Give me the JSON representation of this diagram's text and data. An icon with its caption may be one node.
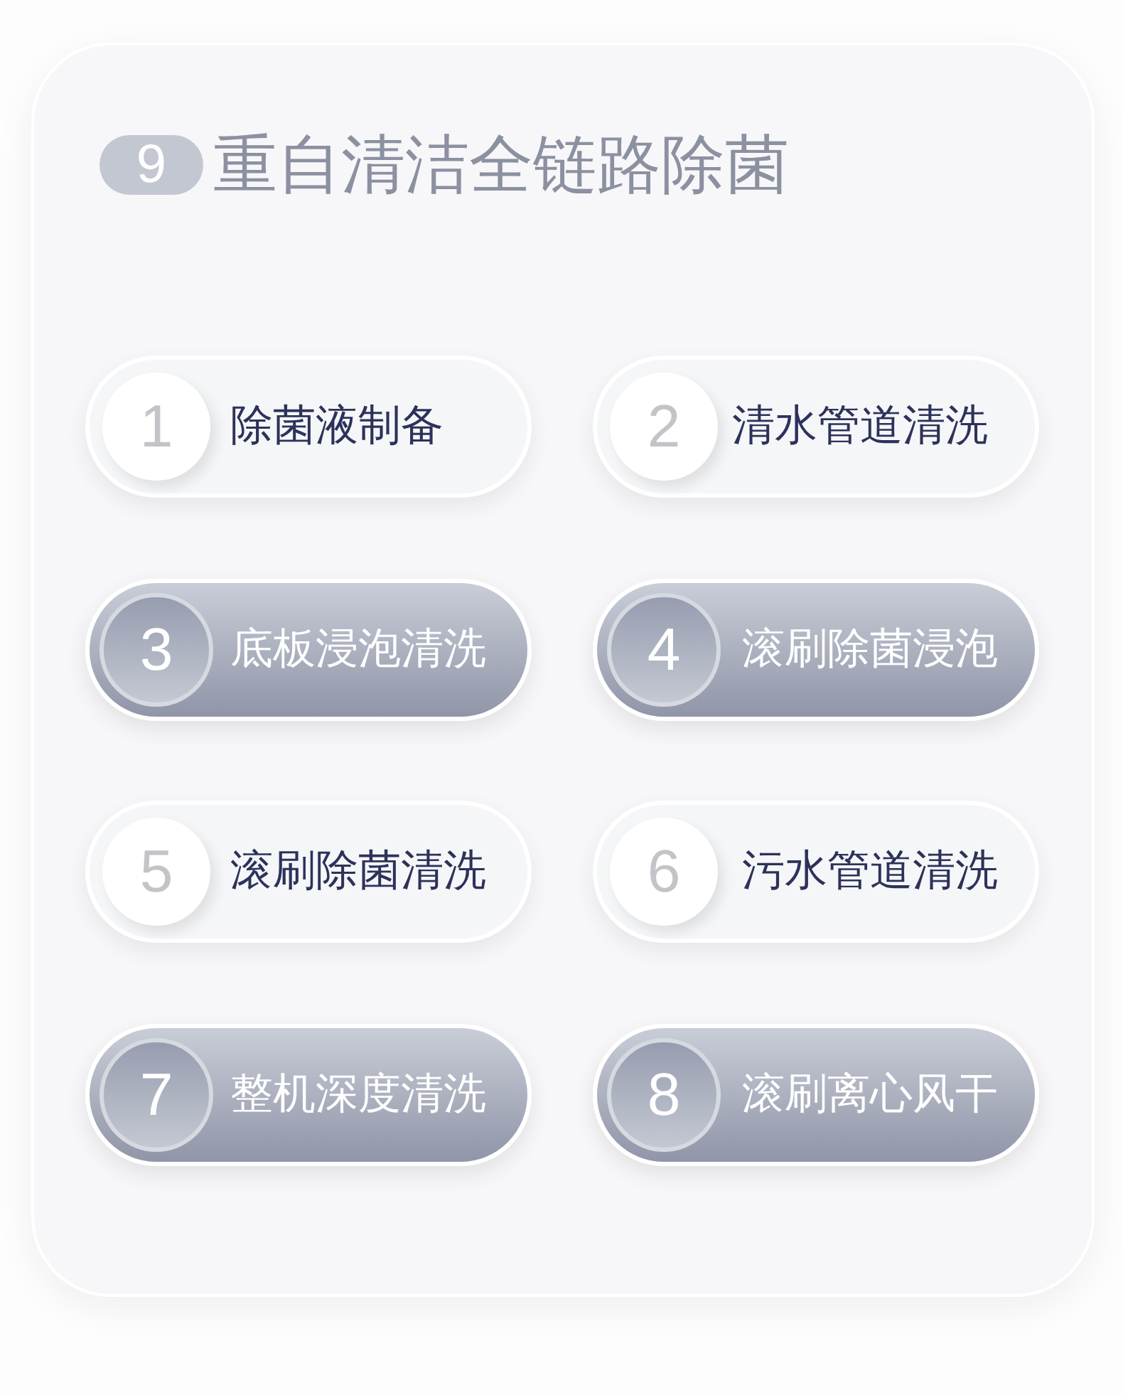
{
  "diagram": {
    "title": "重自清洁全链路除菌",
    "nodes": [
      {
        "text": [
          "9"
        ]
      },
      {
        "text": [
          "除菌液制备"
        ]
      },
      {
        "text": [
          "1"
        ],
        "in": 1
      },
      {
        "text": [
          "清水管道清洗"
        ]
      },
      {
        "text": [
          "2"
        ],
        "in": 3
      },
      {
        "text": [
          "底板浸泡清洗"
        ]
      },
      {
        "text": [
          "3"
        ],
        "in": 5
      },
      {
        "text": [
          "滚刷除菌浸泡"
        ]
      },
      {
        "text": [
          "4"
        ],
        "in": 7
      },
      {
        "text": [
          "滚刷除菌清洗"
        ]
      },
      {
        "text": [
          "5"
        ],
        "in": 9
      },
      {
        "text": [
          "污水管道清洗"
        ]
      },
      {
        "text": [
          "6"
        ],
        "in": 11
      },
      {
        "text": [
          "整机深度清洗"
        ]
      },
      {
        "text": [
          "7"
        ],
        "in": 13
      },
      {
        "text": [
          "滚刷离心风干"
        ]
      },
      {
        "text": [
          "8"
        ],
        "in": 15
      }
    ]
  }
}
